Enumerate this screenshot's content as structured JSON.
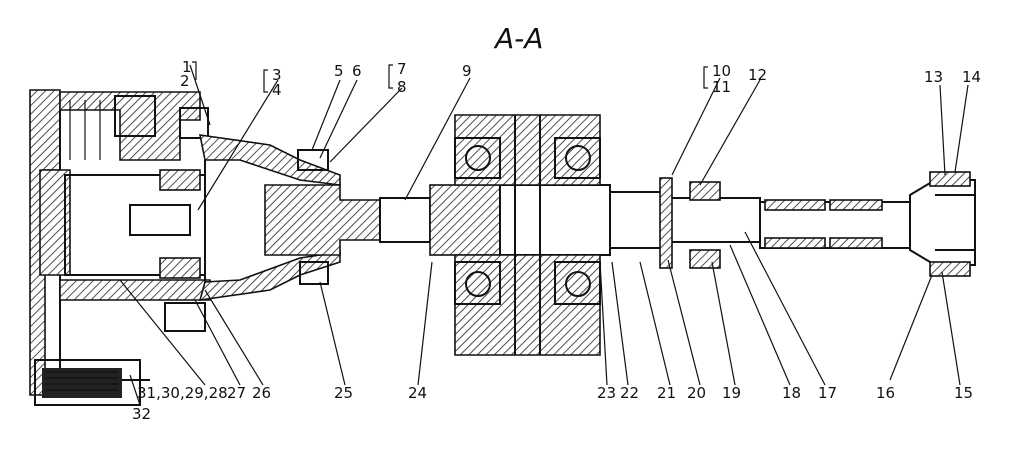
{
  "section_title": "A-A",
  "callouts": [
    {
      "id": "c1",
      "text": "1"
    },
    {
      "id": "c2",
      "text": "2"
    },
    {
      "id": "c3",
      "text": "3"
    },
    {
      "id": "c4",
      "text": "4"
    },
    {
      "id": "c5",
      "text": "5"
    },
    {
      "id": "c6",
      "text": "6"
    },
    {
      "id": "c7",
      "text": "7"
    },
    {
      "id": "c8",
      "text": "8"
    },
    {
      "id": "c9",
      "text": "9"
    },
    {
      "id": "c10",
      "text": "10"
    },
    {
      "id": "c11",
      "text": "11"
    },
    {
      "id": "c12",
      "text": "12"
    },
    {
      "id": "c13",
      "text": "13"
    },
    {
      "id": "c14",
      "text": "14"
    },
    {
      "id": "c15",
      "text": "15"
    },
    {
      "id": "c16",
      "text": "16"
    },
    {
      "id": "c17",
      "text": "17"
    },
    {
      "id": "c18",
      "text": "18"
    },
    {
      "id": "c19",
      "text": "19"
    },
    {
      "id": "c20",
      "text": "20"
    },
    {
      "id": "c21",
      "text": "21"
    },
    {
      "id": "c22",
      "text": "22"
    },
    {
      "id": "c23",
      "text": "23"
    },
    {
      "id": "c24",
      "text": "24"
    },
    {
      "id": "c25",
      "text": "25"
    },
    {
      "id": "c26",
      "text": "26"
    },
    {
      "id": "c27",
      "text": "27"
    },
    {
      "id": "c28",
      "text": "31,30,29,28"
    },
    {
      "id": "c32",
      "text": "32"
    }
  ]
}
